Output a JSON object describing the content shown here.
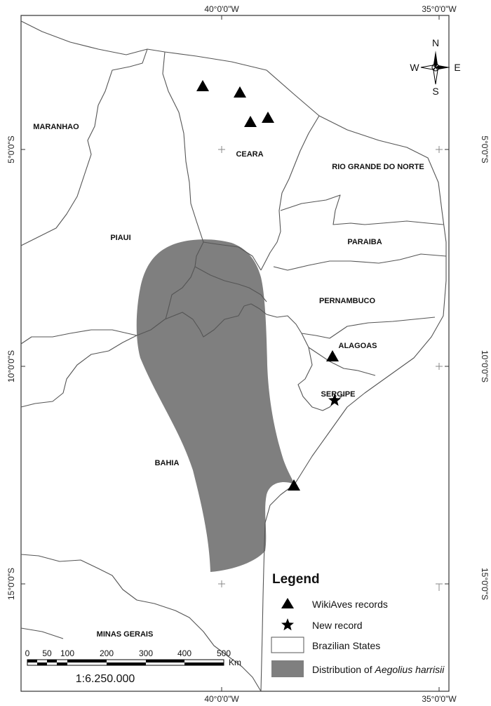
{
  "coordinates": {
    "top": [
      "40°0'0\"W",
      "35°0'0\"W"
    ],
    "bottom": [
      "40°0'0\"W",
      "35°0'0\"W"
    ],
    "left": [
      "5°0'0\"S",
      "10°0'0\"S",
      "15°0'0\"S"
    ],
    "right": [
      "5°0'0\"S",
      "10°0'0\"S",
      "15°0'0\"S"
    ]
  },
  "states": {
    "maranhao": "MARANHAO",
    "ceara": "CEARA",
    "rio_grande_do_norte": "RIO GRANDE DO NORTE",
    "piaui": "PIAUI",
    "paraiba": "PARAIBA",
    "pernambuco": "PERNAMBUCO",
    "alagoas": "ALAGOAS",
    "sergipe": "SERGIPE",
    "bahia": "BAHIA",
    "minas_gerais": "MINAS GERAIS"
  },
  "compass": {
    "n": "N",
    "s": "S",
    "e": "E",
    "w": "W"
  },
  "legend": {
    "title": "Legend",
    "wikiaves": "WikiAves records",
    "new_record": "New record",
    "states": "Brazilian States",
    "distribution_prefix": "Distribution of ",
    "distribution_species": "Aegolius harrisii"
  },
  "scale": {
    "ticks": [
      "0",
      "50",
      "100",
      "200",
      "300",
      "400",
      "500"
    ],
    "unit": "Km",
    "ratio": "1:6.250.000"
  },
  "colors": {
    "distribution_fill": "#7f7f7f",
    "border": "#555555",
    "marker": "#000000"
  }
}
